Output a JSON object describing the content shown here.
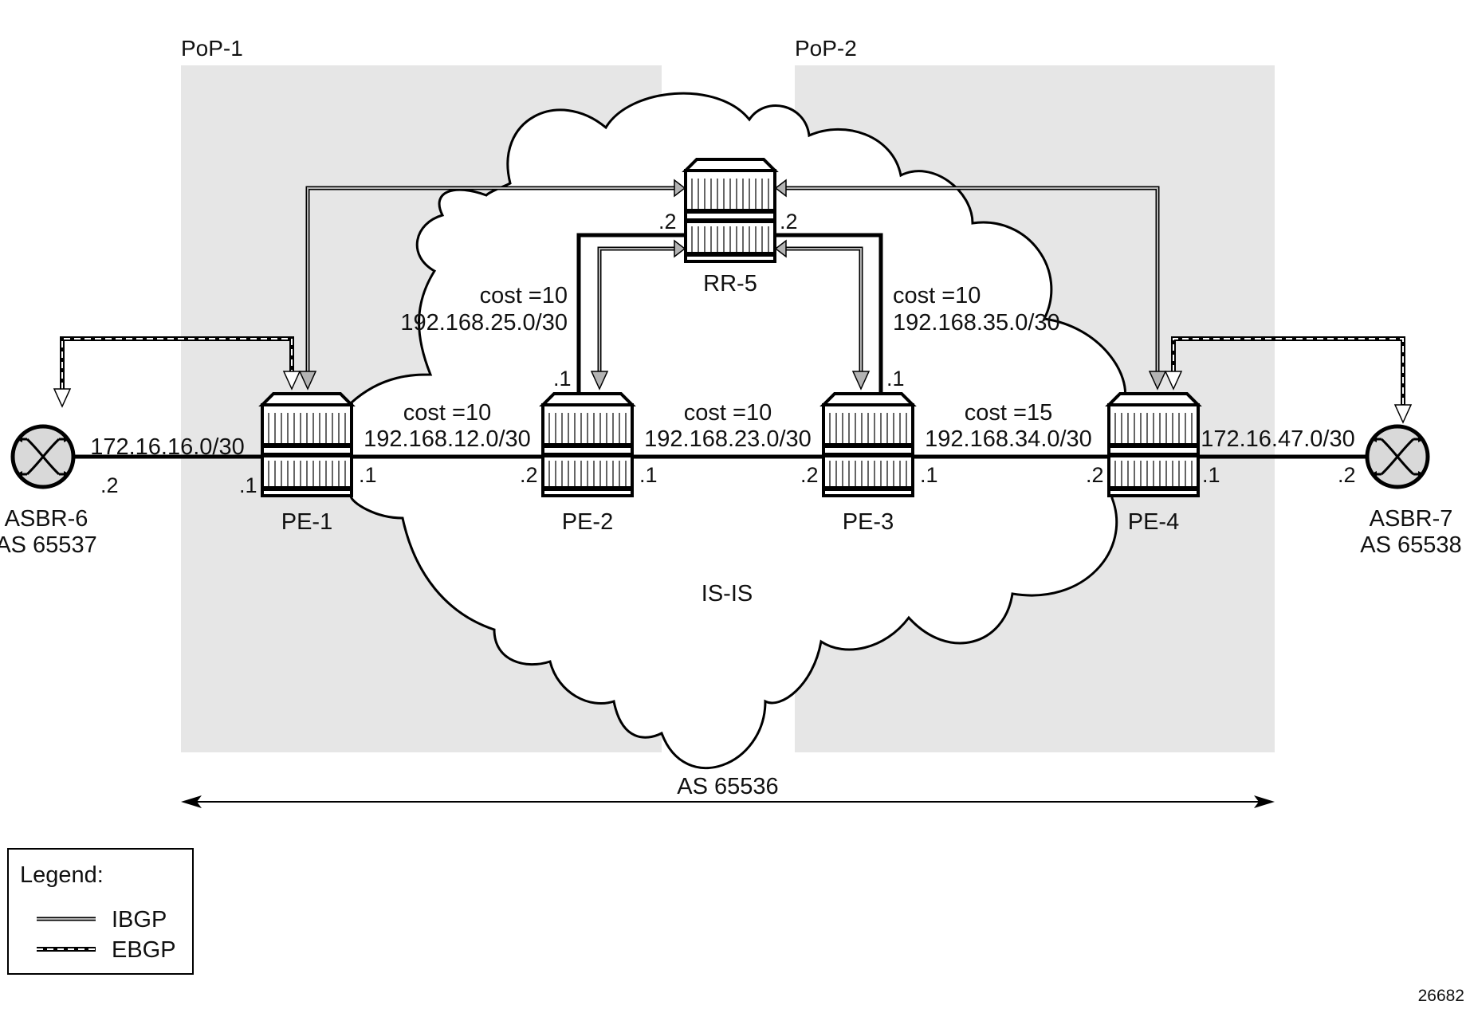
{
  "diagram": {
    "pops": [
      {
        "label": "PoP-1"
      },
      {
        "label": "PoP-2"
      }
    ],
    "igp_domain": {
      "label": "IS-IS"
    },
    "as_span": {
      "label": "AS 65536"
    },
    "nodes": {
      "rr5": {
        "name": "RR-5",
        "type": "router"
      },
      "pe1": {
        "name": "PE-1",
        "type": "router"
      },
      "pe2": {
        "name": "PE-2",
        "type": "router"
      },
      "pe3": {
        "name": "PE-3",
        "type": "router"
      },
      "pe4": {
        "name": "PE-4",
        "type": "router"
      },
      "asbr6": {
        "name": "ASBR-6",
        "as": "AS 65537",
        "type": "switch-router"
      },
      "asbr7": {
        "name": "ASBR-7",
        "as": "AS 65538",
        "type": "switch-router"
      }
    },
    "links": {
      "asbr6_pe1": {
        "subnet": "172.16.16.0/30",
        "a_if": ".2",
        "b_if": ".1"
      },
      "pe1_pe2": {
        "cost": "cost =10",
        "subnet": "192.168.12.0/30",
        "a_if": ".1",
        "b_if": ".2"
      },
      "pe2_pe3": {
        "cost": "cost =10",
        "subnet": "192.168.23.0/30",
        "a_if": ".1",
        "b_if": ".2"
      },
      "pe3_pe4": {
        "cost": "cost =15",
        "subnet": "192.168.34.0/30",
        "a_if": ".1",
        "b_if": ".2"
      },
      "pe4_asbr7": {
        "subnet": "172.16.47.0/30",
        "a_if": ".1",
        "b_if": ".2"
      },
      "pe2_rr5": {
        "cost": "cost =10",
        "subnet": "192.168.25.0/30",
        "a_if": ".1",
        "b_if": ".2"
      },
      "pe3_rr5": {
        "cost": "cost =10",
        "subnet": "192.168.35.0/30",
        "a_if": ".1",
        "b_if": ".2"
      }
    },
    "sessions": [
      {
        "type": "IBGP",
        "from": "PE-1",
        "to": "RR-5"
      },
      {
        "type": "IBGP",
        "from": "PE-2",
        "to": "RR-5"
      },
      {
        "type": "IBGP",
        "from": "PE-3",
        "to": "RR-5"
      },
      {
        "type": "IBGP",
        "from": "PE-4",
        "to": "RR-5"
      },
      {
        "type": "EBGP",
        "from": "PE-1",
        "to": "ASBR-6"
      },
      {
        "type": "EBGP",
        "from": "PE-4",
        "to": "ASBR-7"
      }
    ],
    "legend": {
      "title": "Legend:",
      "items": [
        {
          "label": "IBGP"
        },
        {
          "label": "EBGP"
        }
      ]
    },
    "figure_id": "26682"
  },
  "colors": {
    "pop_fill": "#e6e6e6",
    "ibgp_fill": "#b3b3b3",
    "asbr_fill": "#d9d9d9",
    "line": "#000000"
  }
}
